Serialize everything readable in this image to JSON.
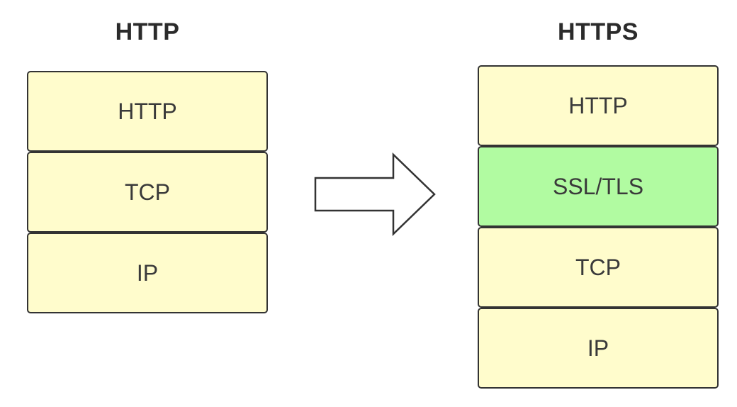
{
  "http_stack": {
    "title": "HTTP",
    "layers": [
      "HTTP",
      "TCP",
      "IP"
    ]
  },
  "https_stack": {
    "title": "HTTPS",
    "layers": [
      "HTTP",
      "SSL/TLS",
      "TCP",
      "IP"
    ]
  },
  "colors": {
    "layer_fill": "#fffccc",
    "secure_layer_fill": "#b1fba1",
    "border": "#333333",
    "text": "#3a3a3a"
  },
  "icons": {
    "transition": "right-arrow-icon"
  }
}
